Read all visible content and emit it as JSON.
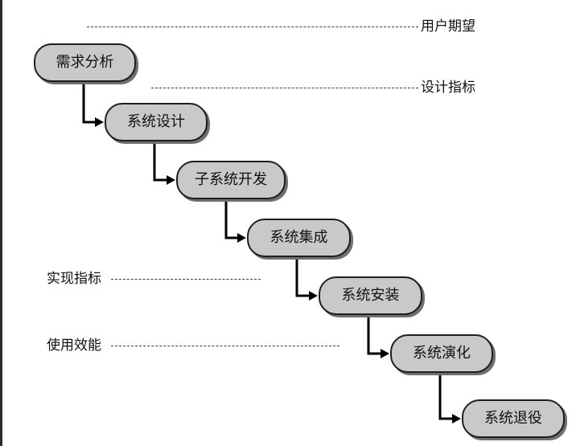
{
  "stages": [
    "需求分析",
    "系统设计",
    "子系统开发",
    "系统集成",
    "系统安装",
    "系统演化",
    "系统退役"
  ],
  "annotations": {
    "user_expectation": "用户期望",
    "design_spec": "设计指标",
    "implementation_spec": "实现指标",
    "usage_effectiveness": "使用效能"
  },
  "colors": {
    "stage_fill": "#c9c9c9",
    "stage_border": "#1e1e1e",
    "connector": "#000000",
    "leader_line": "#3a3a3a"
  }
}
